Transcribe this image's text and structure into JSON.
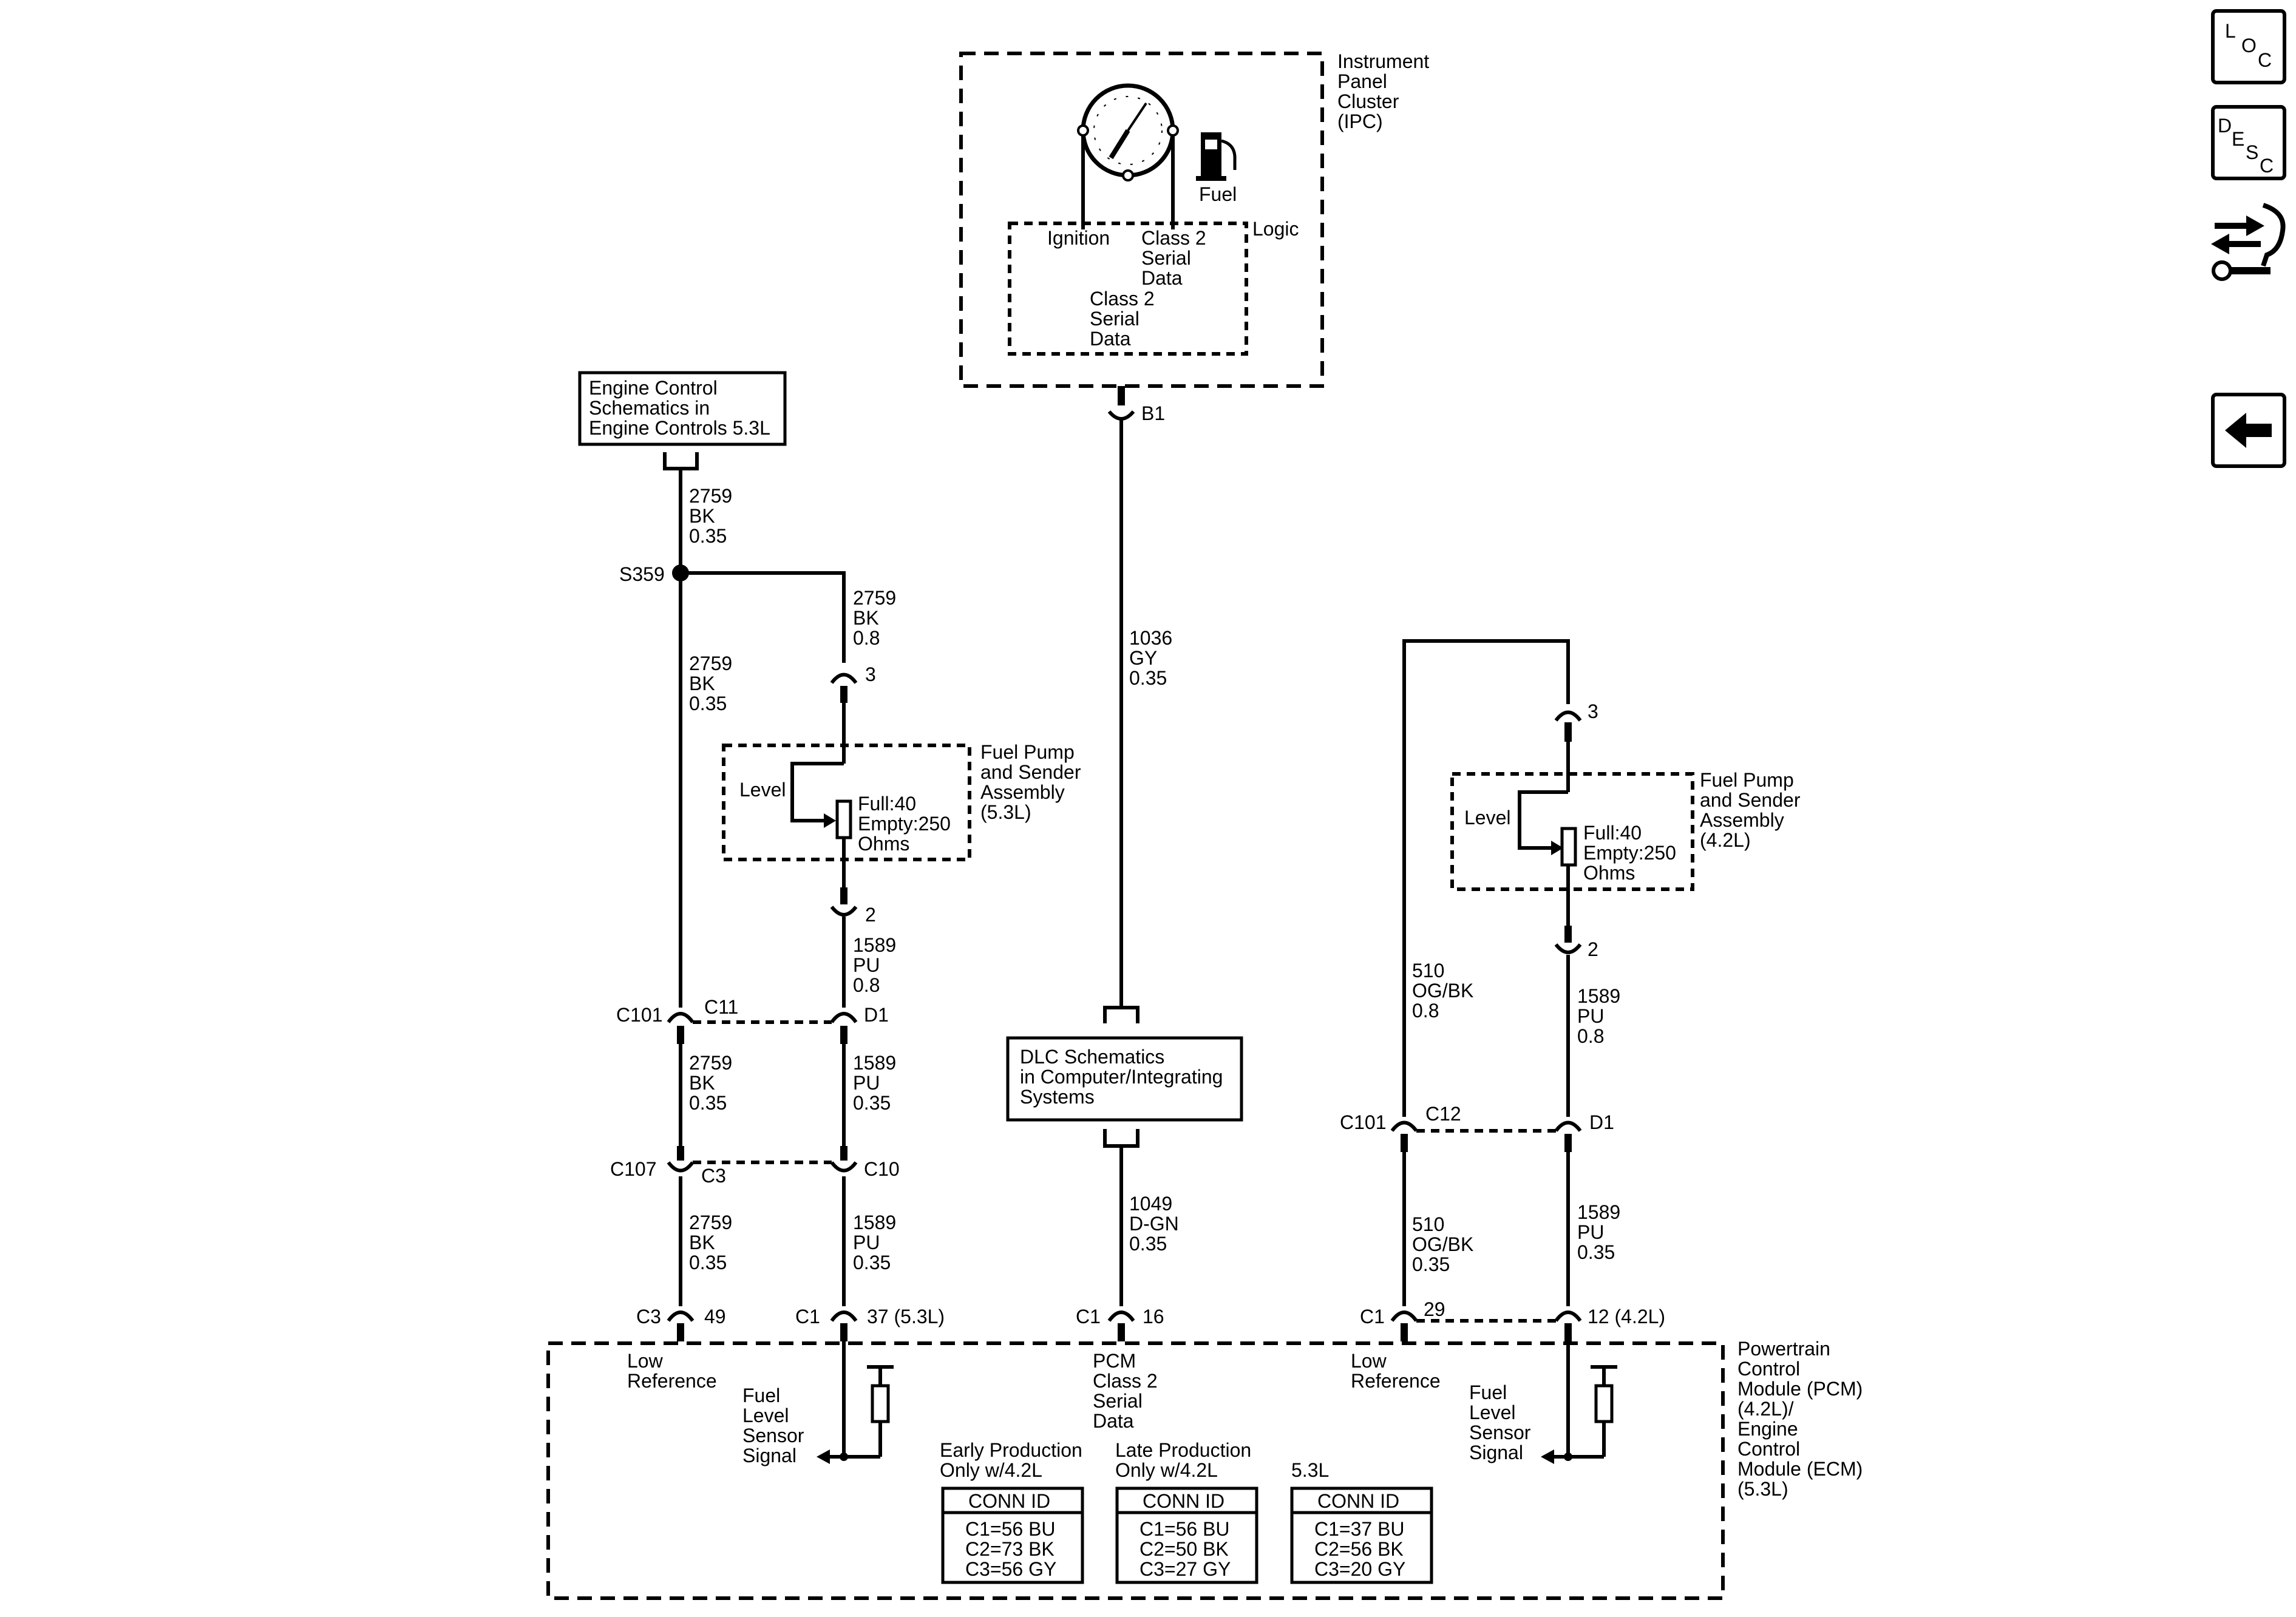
{
  "ipc": {
    "title_lines": [
      "Instrument",
      "Panel",
      "Cluster",
      "(IPC)"
    ],
    "fuel_label": "Fuel",
    "logic_label": "Logic",
    "ignition_label": "Ignition",
    "class2_a_lines": [
      "Class 2",
      "Serial",
      "Data"
    ],
    "class2_b_lines": [
      "Class 2",
      "Serial",
      "Data"
    ],
    "connector_b1": "B1"
  },
  "engine_control_ref": {
    "lines": [
      "Engine Control",
      "Schematics in",
      "Engine Controls 5.3L"
    ]
  },
  "left_circuit": {
    "wire_top": [
      "2759",
      "BK",
      "0.35"
    ],
    "splice": "S359",
    "wire_branch": [
      "2759",
      "BK",
      "0.8"
    ],
    "wire_mid_left": [
      "2759",
      "BK",
      "0.35"
    ],
    "pin3": "3",
    "sender_title": [
      "Fuel Pump",
      "and Sender",
      "Assembly",
      "(5.3L)"
    ],
    "level_label": "Level",
    "resistor_lines": [
      "Full:40",
      "Empty:250",
      "Ohms"
    ],
    "pin2": "2",
    "wire_pu_1": [
      "1589",
      "PU",
      "0.8"
    ],
    "c101": "C101",
    "c11": "C11",
    "d1": "D1",
    "wire_bk_2": [
      "2759",
      "BK",
      "0.35"
    ],
    "wire_pu_2": [
      "1589",
      "PU",
      "0.35"
    ],
    "c107": "C107",
    "c3": "C3",
    "c10": "C10",
    "wire_bk_3": [
      "2759",
      "BK",
      "0.35"
    ],
    "wire_pu_3": [
      "1589",
      "PU",
      "0.35"
    ],
    "pcm_c3": "C3",
    "pin49": "49",
    "pcm_c1": "C1",
    "pin37": "37 (5.3L)"
  },
  "center_circuit": {
    "wire_gy": [
      "1036",
      "GY",
      "0.35"
    ],
    "dlc_lines": [
      "DLC Schematics",
      "in Computer/Integrating",
      "Systems"
    ],
    "wire_dgn": [
      "1049",
      "D-GN",
      "0.35"
    ],
    "pcm_c1": "C1",
    "pin16": "16"
  },
  "right_circuit": {
    "pin3": "3",
    "sender_title": [
      "Fuel Pump",
      "and Sender",
      "Assembly",
      "(4.2L)"
    ],
    "level_label": "Level",
    "resistor_lines": [
      "Full:40",
      "Empty:250",
      "Ohms"
    ],
    "pin2": "2",
    "wire_og_1": [
      "510",
      "OG/BK",
      "0.8"
    ],
    "wire_pu_1": [
      "1589",
      "PU",
      "0.8"
    ],
    "c101": "C101",
    "c12": "C12",
    "d1": "D1",
    "wire_og_2": [
      "510",
      "OG/BK",
      "0.35"
    ],
    "wire_pu_2": [
      "1589",
      "PU",
      "0.35"
    ],
    "pcm_c1": "C1",
    "pin29": "29",
    "pin12": "12 (4.2L)"
  },
  "pcm": {
    "title_lines": [
      "Powertrain",
      "Control",
      "Module (PCM)",
      "(4.2L)/",
      "Engine",
      "Control",
      "Module (ECM)",
      "(5.3L)"
    ],
    "low_ref_left": [
      "Low",
      "Reference"
    ],
    "fuel_sig_left": [
      "Fuel",
      "Level",
      "Sensor",
      "Signal"
    ],
    "class2": [
      "PCM",
      "Class 2",
      "Serial",
      "Data"
    ],
    "low_ref_right": [
      "Low",
      "Reference"
    ],
    "fuel_sig_right": [
      "Fuel",
      "Level",
      "Sensor",
      "Signal"
    ]
  },
  "conn_tables": [
    {
      "caption": [
        "Early Production",
        "Only w/4.2L"
      ],
      "header": "CONN ID",
      "rows": [
        "C1=56 BU",
        "C2=73 BK",
        "C3=56 GY"
      ]
    },
    {
      "caption": [
        "Late Production",
        "Only w/4.2L"
      ],
      "header": "CONN ID",
      "rows": [
        "C1=56 BU",
        "C2=50 BK",
        "C3=27 GY"
      ]
    },
    {
      "caption": [
        "5.3L"
      ],
      "header": "CONN ID",
      "rows": [
        "C1=37 BU",
        "C2=56 BK",
        "C3=20 GY"
      ]
    }
  ],
  "nav": {
    "loc": [
      "L",
      "O",
      "C"
    ],
    "desc": [
      "D",
      "E",
      "S",
      "C"
    ]
  },
  "icons": [
    "loc-button-icon",
    "desc-button-icon",
    "connector-repair-icon",
    "back-arrow-icon",
    "fuel-pump-icon",
    "fuel-gauge-icon"
  ]
}
